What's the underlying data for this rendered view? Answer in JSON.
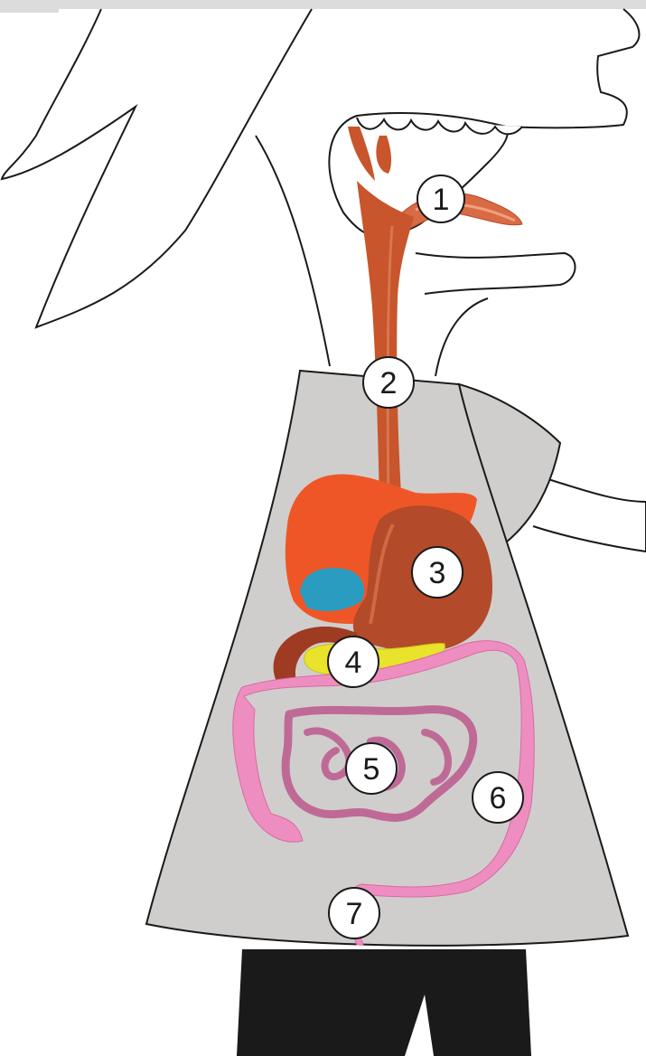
{
  "colors": {
    "outline": "#1a1a1a",
    "shirt": "#d0cecc",
    "pants": "#1a1a1a",
    "esophagus": "#c8552b",
    "tongue": "#d86b43",
    "liver": "#ef5627",
    "gallbladder": "#2a9cc0",
    "stomach": "#b34a2a",
    "duodenum": "#9e3b22",
    "pancreas": "#e9e32b",
    "small_intestine": "#bf6a96",
    "large_intestine": "#ee8ec0",
    "top_bar": "#dcdcdc"
  },
  "labels": [
    {
      "id": "1",
      "text": "1"
    },
    {
      "id": "2",
      "text": "2"
    },
    {
      "id": "3",
      "text": "3"
    },
    {
      "id": "4",
      "text": "4"
    },
    {
      "id": "5",
      "text": "5"
    },
    {
      "id": "6",
      "text": "6"
    },
    {
      "id": "7",
      "text": "7"
    }
  ]
}
